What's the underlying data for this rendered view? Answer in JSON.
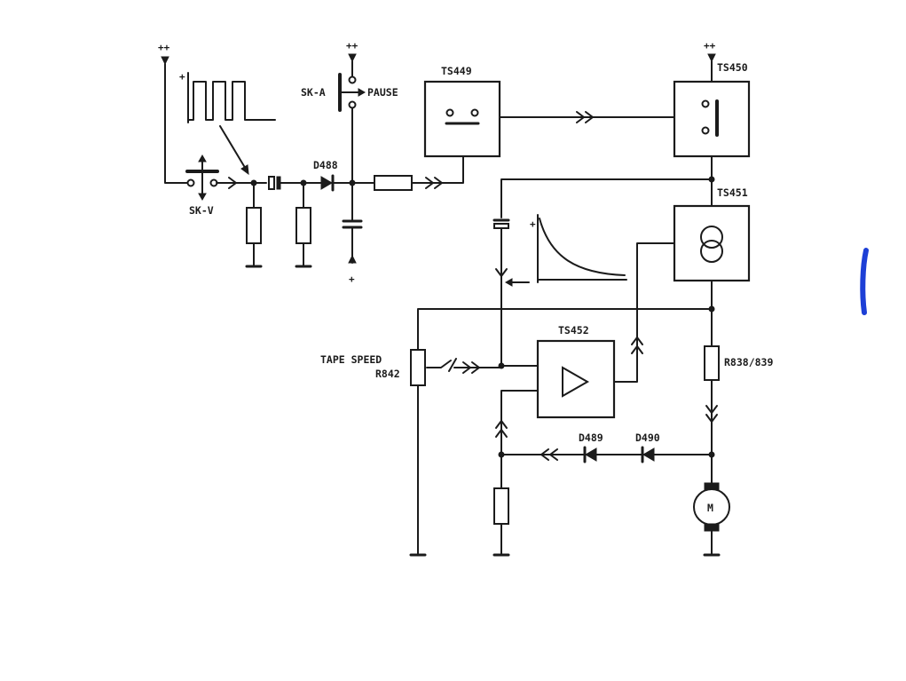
{
  "labels": {
    "ts449": "TS449",
    "ts450": "TS450",
    "ts451": "TS451",
    "ts452": "TS452",
    "sk_a": "SK-A",
    "pause": "PAUSE",
    "sk_v": "SK-V",
    "d488": "D488",
    "d489": "D489",
    "d490": "D490",
    "tape_speed": "TAPE SPEED",
    "r842": "R842",
    "r838": "R838/839",
    "motor": "M"
  },
  "supplies": {
    "plus_plus": "++",
    "plus": "+"
  },
  "colors": {
    "ink": "#1b1b1b",
    "highlight": "#1d3fd6"
  }
}
